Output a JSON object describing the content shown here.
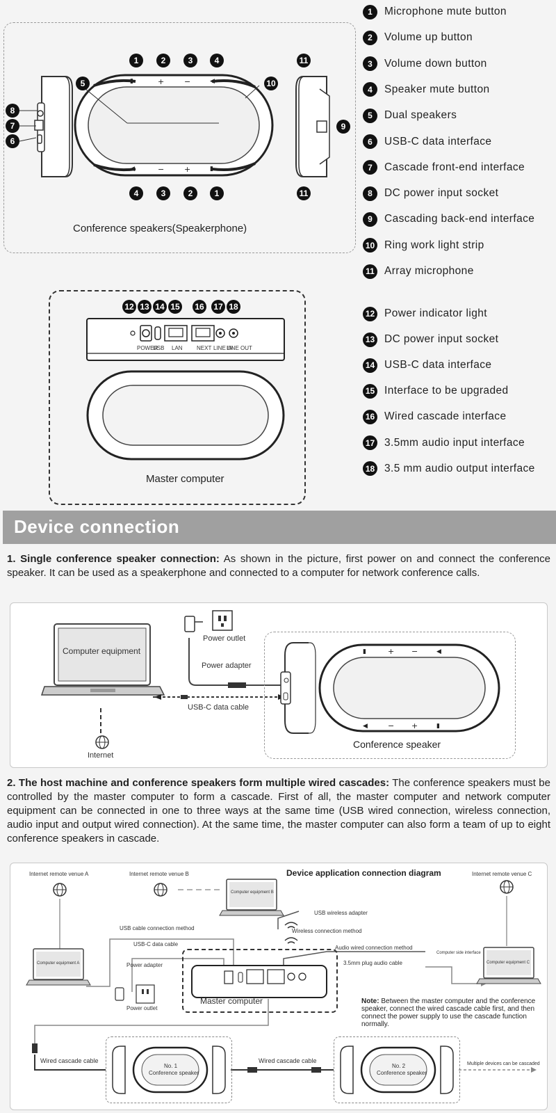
{
  "legend_top": [
    {
      "n": "1",
      "label": "Microphone mute button"
    },
    {
      "n": "2",
      "label": "Volume up button"
    },
    {
      "n": "3",
      "label": "Volume down button"
    },
    {
      "n": "4",
      "label": "Speaker mute button"
    },
    {
      "n": "5",
      "label": "Dual speakers"
    },
    {
      "n": "6",
      "label": "USB-C data interface"
    },
    {
      "n": "7",
      "label": "Cascade front-end interface"
    },
    {
      "n": "8",
      "label": "DC power input socket"
    },
    {
      "n": "9",
      "label": "Cascading back-end interface"
    },
    {
      "n": "10",
      "label": "Ring work light strip"
    },
    {
      "n": "11",
      "label": "Array microphone"
    }
  ],
  "legend_bottom": [
    {
      "n": "12",
      "label": "Power indicator light"
    },
    {
      "n": "13",
      "label": "DC power input socket"
    },
    {
      "n": "14",
      "label": "USB-C data interface"
    },
    {
      "n": "15",
      "label": "Interface to be upgraded"
    },
    {
      "n": "16",
      "label": "Wired cascade interface"
    },
    {
      "n": "17",
      "label": "3.5mm audio input interface"
    },
    {
      "n": "18",
      "label": "3.5 mm audio output interface"
    }
  ],
  "speaker_caption": "Conference speakers(Speakerphone)",
  "master_caption": "Master computer",
  "master_ports": [
    "POWER",
    "USB",
    "LAN",
    "NEXT",
    "LINE IN",
    "LINE OUT"
  ],
  "section_title": "Device connection",
  "p1_bold": "1. Single conference speaker connection:",
  "p1_text": " As shown in the picture, first power on and connect the conference speaker. It can be used as a speakerphone and connected to a computer for network conference calls.",
  "d1": {
    "computer": "Computer equipment",
    "outlet": "Power outlet",
    "adapter": "Power adapter",
    "usbc": "USB-C data cable",
    "internet": "Internet",
    "speaker": "Conference speaker"
  },
  "p2_bold": "2. The host machine and conference speakers form multiple wired cascades:",
  "p2_text": " The conference speakers must be controlled by the master computer to form a cascade. First of all, the master computer and network computer equipment can be connected in one to three ways at the same time (USB wired connection, wireless connection, audio input and output wired connection). At the same time, the master computer can also form a team of up to eight conference speakers in cascade.",
  "d2": {
    "title": "Device application connection diagram",
    "venue_a": "Internet remote venue A",
    "venue_b": "Internet remote venue B",
    "venue_c": "Internet remote venue C",
    "comp_a": "Computer equipment A",
    "comp_b": "Computer equipment B",
    "comp_c": "Computer equipment C",
    "usb_wireless": "USB wireless adapter",
    "wireless_method": "Wireless connection method",
    "usb_method": "USB cable connection method",
    "usbc_cable": "USB-C data cable",
    "power_adapter": "Power adapter",
    "power_outlet": "Power outlet",
    "audio_method": "Audio wired connection method",
    "plug_cable": "3.5mm plug audio cable",
    "side_iface": "Computer side interface",
    "master": "Master computer",
    "note_bold": "Note:",
    "note_text": " Between the master computer and the conference speaker, connect the wired cascade cable first, and then connect the power supply to use the cascade function normally.",
    "wired_cable_left": "Wired cascade cable",
    "wired_cable_mid": "Wired cascade cable",
    "spk1_no": "No. 1",
    "spk1_name": "Conference speaker",
    "spk2_no": "No. 2",
    "spk2_name": "Conference speaker",
    "multi": "Multiple devices can be cascaded"
  }
}
